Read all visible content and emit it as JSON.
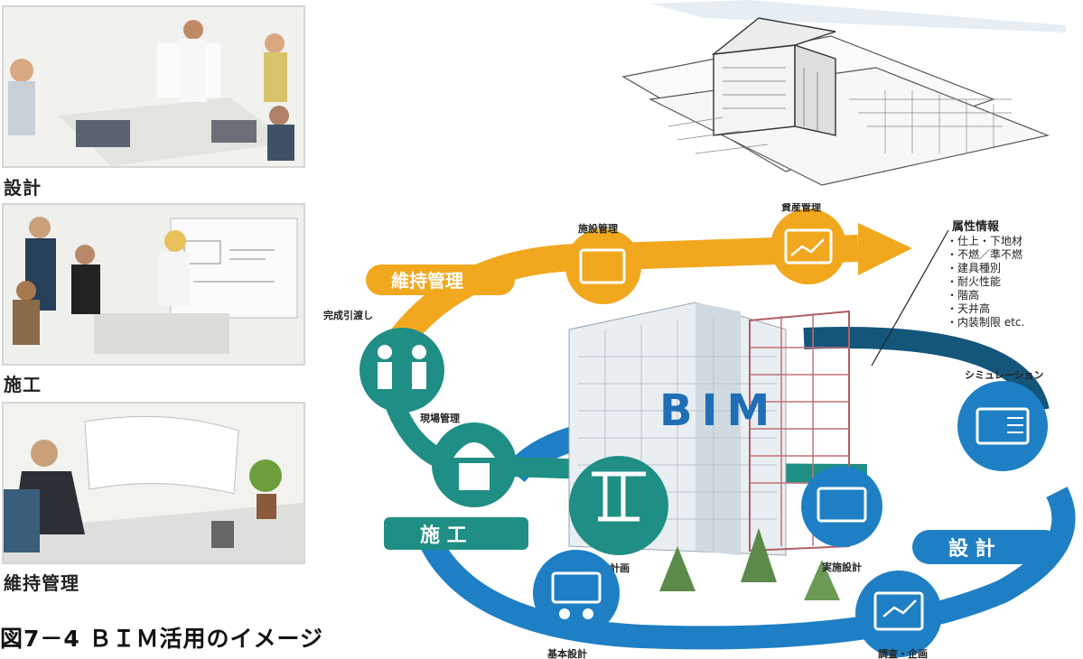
{
  "left_panel": {
    "stages": [
      {
        "label": "設計"
      },
      {
        "label": "施工"
      },
      {
        "label": "維持管理"
      }
    ],
    "caption": "図7－4 ＢＩＭ活用のイメージ"
  },
  "diagram": {
    "center_label": "BIM",
    "phase_banners": {
      "maintenance": "維持管理",
      "construction": "施 工",
      "design": "設 計"
    },
    "nodes": {
      "facility_management": "施設管理",
      "asset_management": "資産管理",
      "handover": "完成引渡し",
      "site_management": "現場管理",
      "construction_planning": "施工計画",
      "detailed_design": "実施設計",
      "simulation": "シミュレーション",
      "basic_design": "基本設計",
      "survey_planning": "調査・企画"
    },
    "attributes": {
      "title": "属性情報",
      "items": [
        "・仕上・下地材",
        "・不燃／準不燃",
        "・建具種別",
        "・耐火性能",
        "・階高",
        "・天井高",
        "・内装制限 etc."
      ]
    },
    "colors": {
      "maintenance_orange": "#f2a81e",
      "construction_teal": "#1f8e84",
      "design_blue": "#1f7fc4",
      "dark_blue": "#14557a"
    }
  }
}
